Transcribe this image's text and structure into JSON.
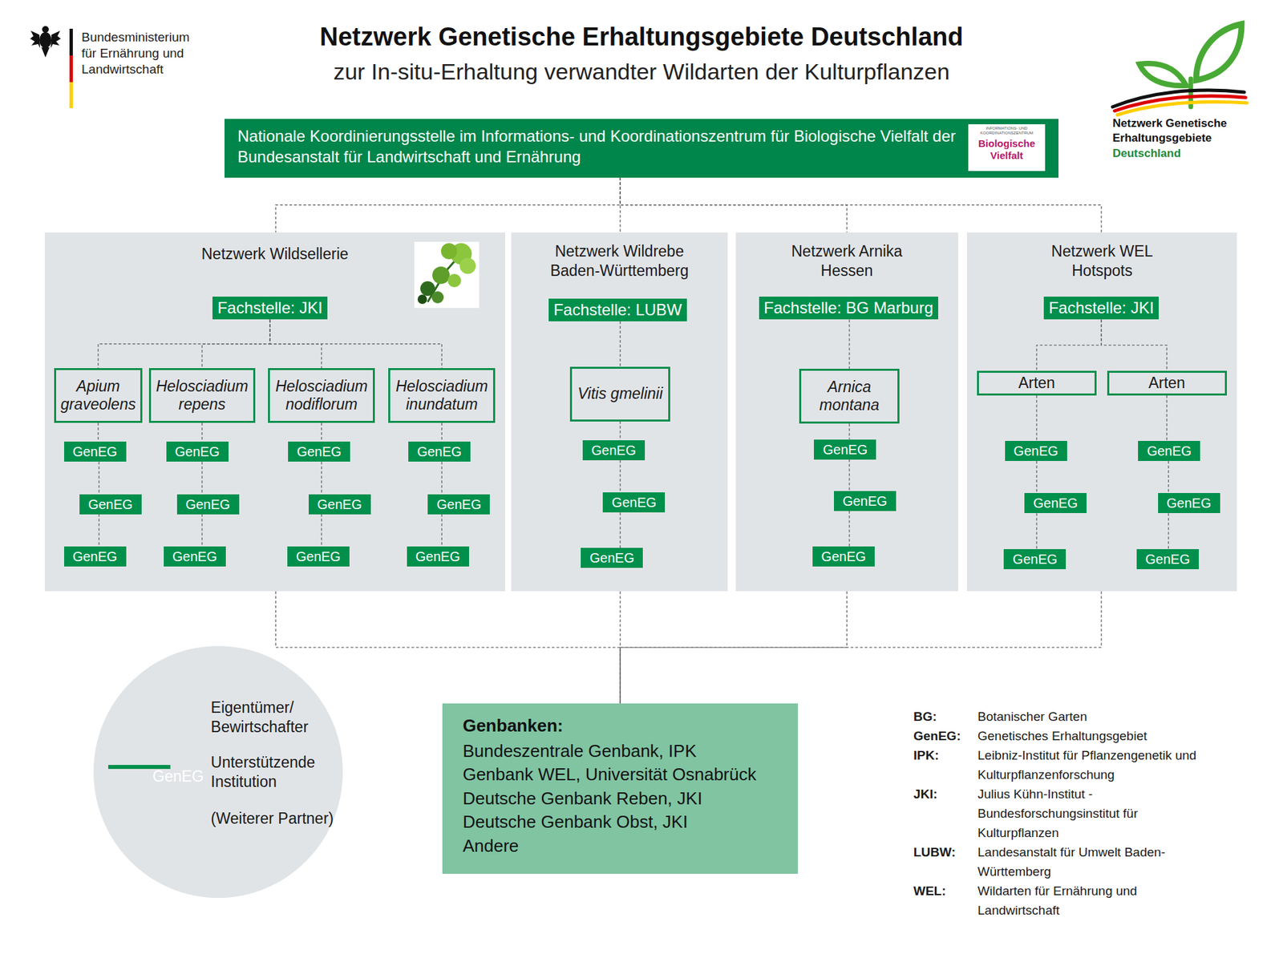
{
  "diagram": {
    "title": "Netzwerk Genetische Erhaltungsgebiete Deutschland",
    "nodes": [
      {
        "text": [
          "Nationale Koordinierungsstelle im Informations- und Koordinationszentrum für Biologische Vielfalt der Bundesanstalt für Landwirtschaft und Ernährung"
        ]
      },
      {
        "text": [
          "Netzwerk Wildsellerie"
        ]
      },
      {
        "text": [
          "Fachstelle: JKI"
        ],
        "in": 1
      },
      {
        "text": [
          "Apium graveolens"
        ],
        "in": 1
      },
      {
        "text": [
          "GenEG"
        ],
        "in": 1
      },
      {
        "text": [
          "GenEG"
        ],
        "in": 1
      },
      {
        "text": [
          "GenEG"
        ],
        "in": 1
      },
      {
        "text": [
          "Helosciadium repens"
        ],
        "in": 1
      },
      {
        "text": [
          "GenEG"
        ],
        "in": 1
      },
      {
        "text": [
          "GenEG"
        ],
        "in": 1
      },
      {
        "text": [
          "GenEG"
        ],
        "in": 1
      },
      {
        "text": [
          "Helosciadium nodiflorum"
        ],
        "in": 1
      },
      {
        "text": [
          "GenEG"
        ],
        "in": 1
      },
      {
        "text": [
          "GenEG"
        ],
        "in": 1
      },
      {
        "text": [
          "GenEG"
        ],
        "in": 1
      },
      {
        "text": [
          "Helosciadium inundatum"
        ],
        "in": 1
      },
      {
        "text": [
          "GenEG"
        ],
        "in": 1
      },
      {
        "text": [
          "GenEG"
        ],
        "in": 1
      },
      {
        "text": [
          "GenEG"
        ],
        "in": 1
      },
      {
        "text": [
          "Netzwerk Wildrebe Baden-Württemberg"
        ]
      },
      {
        "text": [
          "Fachstelle: LUBW"
        ],
        "in": 19
      },
      {
        "text": [
          "Vitis gmelinii"
        ],
        "in": 19
      },
      {
        "text": [
          "GenEG"
        ],
        "in": 19
      },
      {
        "text": [
          "GenEG"
        ],
        "in": 19
      },
      {
        "text": [
          "GenEG"
        ],
        "in": 19
      },
      {
        "text": [
          "Netzwerk Arnika Hessen"
        ]
      },
      {
        "text": [
          "Fachstelle: BG Marburg"
        ],
        "in": 25
      },
      {
        "text": [
          "Arnica montana"
        ],
        "in": 25
      },
      {
        "text": [
          "GenEG"
        ],
        "in": 25
      },
      {
        "text": [
          "GenEG"
        ],
        "in": 25
      },
      {
        "text": [
          "GenEG"
        ],
        "in": 25
      },
      {
        "text": [
          "Netzwerk WEL Hotspots"
        ]
      },
      {
        "text": [
          "Fachstelle: JKI"
        ],
        "in": 31
      },
      {
        "text": [
          "Arten"
        ],
        "in": 31
      },
      {
        "text": [
          "GenEG"
        ],
        "in": 31
      },
      {
        "text": [
          "GenEG"
        ],
        "in": 31
      },
      {
        "text": [
          "GenEG"
        ],
        "in": 31
      },
      {
        "text": [
          "Arten"
        ],
        "in": 31
      },
      {
        "text": [
          "GenEG"
        ],
        "in": 31
      },
      {
        "text": [
          "GenEG"
        ],
        "in": 31
      },
      {
        "text": [
          "GenEG"
        ],
        "in": 31
      },
      {
        "text": [
          "Eigentümer/ Bewirtschafter",
          "Unterstützende Institution",
          "(Weiterer Partner)"
        ]
      },
      {
        "text": [
          "GenEG"
        ],
        "in": 41
      },
      {
        "text": [
          "Genbanken:",
          "Bundeszentrale Genbank, IPK",
          "Genbank WEL, Universität Osnabrück",
          "Deutsche Genbank Reben, JKI",
          "Deutsche Genbank Obst, JKI",
          "Andere"
        ]
      }
    ],
    "edges": [
      {
        "from": 0,
        "to": 1,
        "arrow": "none"
      },
      {
        "from": 0,
        "to": 19,
        "arrow": "none"
      },
      {
        "from": 0,
        "to": 25,
        "arrow": "none"
      },
      {
        "from": 0,
        "to": 31,
        "arrow": "none"
      },
      {
        "from": 2,
        "to": 3,
        "arrow": "none"
      },
      {
        "from": 2,
        "to": 7,
        "arrow": "none"
      },
      {
        "from": 2,
        "to": 11,
        "arrow": "none"
      },
      {
        "from": 2,
        "to": 15,
        "arrow": "none"
      },
      {
        "from": 3,
        "to": 4,
        "arrow": "none"
      },
      {
        "from": 4,
        "to": 5,
        "arrow": "none"
      },
      {
        "from": 5,
        "to": 6,
        "arrow": "none"
      },
      {
        "from": 7,
        "to": 8,
        "arrow": "none"
      },
      {
        "from": 8,
        "to": 9,
        "arrow": "none"
      },
      {
        "from": 9,
        "to": 10,
        "arrow": "none"
      },
      {
        "from": 11,
        "to": 12,
        "arrow": "none"
      },
      {
        "from": 12,
        "to": 13,
        "arrow": "none"
      },
      {
        "from": 13,
        "to": 14,
        "arrow": "none"
      },
      {
        "from": 15,
        "to": 16,
        "arrow": "none"
      },
      {
        "from": 16,
        "to": 17,
        "arrow": "none"
      },
      {
        "from": 17,
        "to": 18,
        "arrow": "none"
      },
      {
        "from": 20,
        "to": 21,
        "arrow": "none"
      },
      {
        "from": 21,
        "to": 22,
        "arrow": "none"
      },
      {
        "from": 22,
        "to": 23,
        "arrow": "none"
      },
      {
        "from": 23,
        "to": 24,
        "arrow": "none"
      },
      {
        "from": 26,
        "to": 27,
        "arrow": "none"
      },
      {
        "from": 27,
        "to": 28,
        "arrow": "none"
      },
      {
        "from": 28,
        "to": 29,
        "arrow": "none"
      },
      {
        "from": 29,
        "to": 30,
        "arrow": "none"
      },
      {
        "from": 32,
        "to": 33,
        "arrow": "none"
      },
      {
        "from": 32,
        "to": 37,
        "arrow": "none"
      },
      {
        "from": 33,
        "to": 34,
        "arrow": "none"
      },
      {
        "from": 34,
        "to": 35,
        "arrow": "none"
      },
      {
        "from": 35,
        "to": 36,
        "arrow": "none"
      },
      {
        "from": 37,
        "to": 38,
        "arrow": "none"
      },
      {
        "from": 38,
        "to": 39,
        "arrow": "none"
      },
      {
        "from": 39,
        "to": 40,
        "arrow": "none"
      },
      {
        "from": 1,
        "to": 43,
        "arrow": "none"
      },
      {
        "from": 19,
        "to": 43,
        "arrow": "none"
      },
      {
        "from": 25,
        "to": 43,
        "arrow": "none"
      },
      {
        "from": 31,
        "to": 43,
        "arrow": "none"
      }
    ],
    "labels": [
      "zur In-situ-Erhaltung verwandter Wildarten der Kulturpflanzen",
      "Bundesministerium für Ernährung und Landwirtschaft",
      "Netzwerk Genetische Erhaltungsgebiete",
      "Deutschland",
      "INFORMATIONS- UND KOORDINATIONSZENTRUM",
      "Biologische Vielfalt",
      "BG:",
      "Botanischer Garten",
      "GenEG:",
      "Genetisches Erhaltungsgebiet",
      "IPK:",
      "Leibniz-Institut für Pflanzengenetik und Kulturpflanzenforschung",
      "JKI:",
      "Julius Kühn-Institut - Bundesforschungsinstitut für Kulturpflanzen",
      "LUBW:",
      "Landesanstalt für Umwelt Baden-Württemberg",
      "WEL:",
      "Wildarten für Ernährung und Landwirtschaft"
    ]
  }
}
